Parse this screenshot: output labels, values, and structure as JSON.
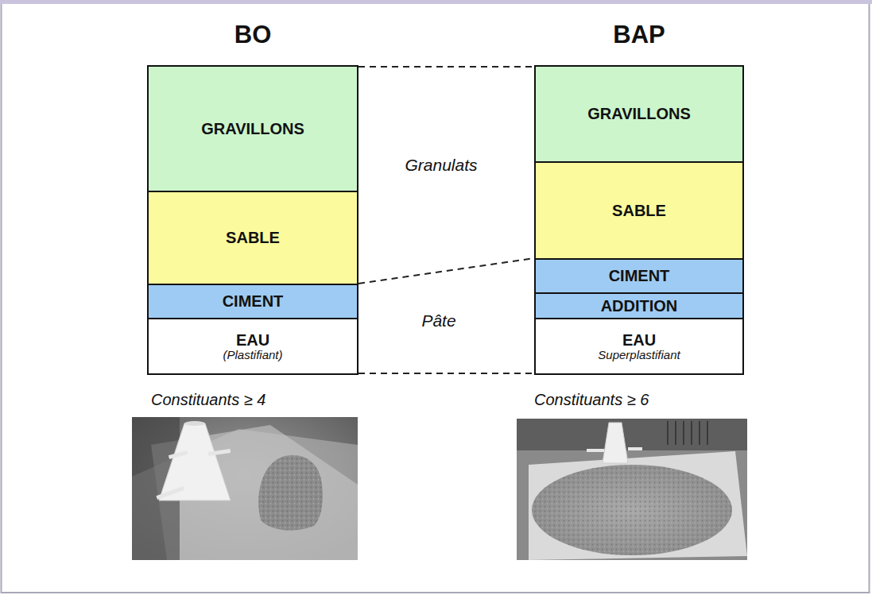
{
  "diagram": {
    "nodes": [
      {
        "text": [
          "BO"
        ]
      },
      {
        "text": [
          "GRAVILLONS"
        ],
        "in": 0
      },
      {
        "text": [
          "SABLE"
        ],
        "in": 0
      },
      {
        "text": [
          "CIMENT"
        ],
        "in": 0
      },
      {
        "text": [
          "EAU",
          "(Plastifiant)"
        ],
        "in": 0
      },
      {
        "text": [
          "BAP"
        ]
      },
      {
        "text": [
          "GRAVILLONS"
        ],
        "in": 5
      },
      {
        "text": [
          "SABLE"
        ],
        "in": 5
      },
      {
        "text": [
          "CIMENT"
        ],
        "in": 5
      },
      {
        "text": [
          "ADDITION"
        ],
        "in": 5
      },
      {
        "text": [
          "EAU",
          "Superplastifiant"
        ],
        "in": 5
      }
    ],
    "edges": [
      {
        "from": 1,
        "to": 6,
        "arrow": "none"
      },
      {
        "from": 2,
        "to": 7,
        "arrow": "none"
      },
      {
        "from": 4,
        "to": 10,
        "arrow": "none"
      }
    ],
    "labels": [
      "Granulats",
      "Pâte",
      "Constituants ≥ 4",
      "Constituants ≥ 6"
    ]
  }
}
